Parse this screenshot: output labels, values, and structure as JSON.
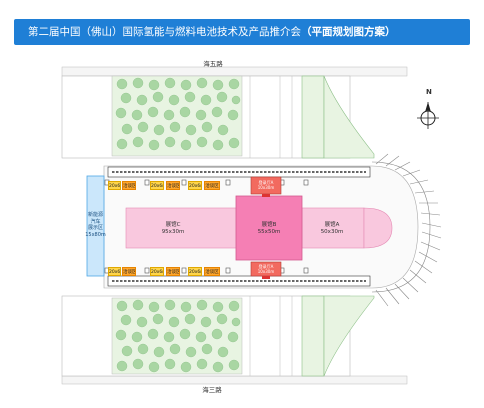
{
  "header": {
    "title_main": "第二届中国（佛山）国际氢能与燃料电池技术及产品推介会",
    "title_bold": "（平面规划图方案）"
  },
  "roads": {
    "north": "海五路",
    "south": "海三路"
  },
  "compass": {
    "label": "N"
  },
  "left_zone": {
    "line1": "新能源",
    "line2": "汽车",
    "line3": "展示区",
    "size": "15x80m"
  },
  "halls": [
    {
      "name": "展馆C",
      "size": "95x30m"
    },
    {
      "name": "展馆B",
      "size": "55x50m"
    },
    {
      "name": "展馆A",
      "size": "50x30m"
    }
  ],
  "top_booths": [
    "20x6m",
    "洽谈区",
    "20x6m",
    "洽谈区",
    "20x6m",
    "洽谈区"
  ],
  "bottom_booths": [
    "20x6m",
    "洽谈区",
    "20x6m",
    "洽谈区",
    "20x6m",
    "洽谈区"
  ],
  "entrance_top": {
    "name": "登录厅A",
    "size": "10x30m"
  },
  "entrance_bottom": {
    "name": "登录厅A",
    "size": "10x30m"
  },
  "colors": {
    "banner": "#1f7fd6",
    "hall_light": "#f9c8de",
    "hall_center": "#f57fb4",
    "left_zone": "#cbe7fb",
    "tree": "#a9d6a3",
    "lawn": "#e8f4e2",
    "booth_yellow": "#ffd54a",
    "booth_orange": "#ffa62b"
  }
}
